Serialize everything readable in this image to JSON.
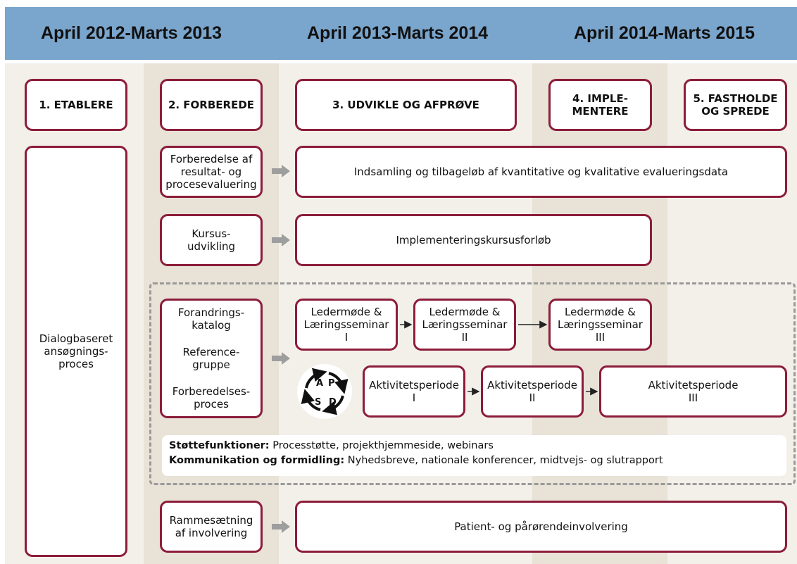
{
  "periods": [
    "April 2012-Marts 2013",
    "April 2013-Marts 2014",
    "April 2014-Marts 2015"
  ],
  "phases": {
    "etablere": "1. ETABLERE",
    "forberede": "2. FORBEREDE",
    "udvikle": "3. UDVIKLE OG AFPRØVE",
    "implementere_1": "4. IMPLE-",
    "implementere_2": "MENTERE",
    "fastholde_1": "5. FASTHOLDE",
    "fastholde_2": "OG SPREDE"
  },
  "dialog": [
    "Dialogbaseret",
    "ansøgnings-",
    "proces"
  ],
  "prep_eval": [
    "Forberedelse af",
    "resultat- og",
    "procesevaluering"
  ],
  "evaluation_data": "Indsamling og tilbageløb af kvantitative og kvalitative evalueringsdata",
  "course_dev": [
    "Kursus-",
    "udvikling"
  ],
  "course": "Implementeringskursusforløb",
  "prep_group": {
    "catalog": [
      "Forandrings-",
      "katalog"
    ],
    "reference": [
      "Reference-",
      "gruppe"
    ],
    "process": [
      "Forberedelses-",
      "proces"
    ]
  },
  "meetings": [
    [
      "Ledermøde &",
      "Læringsseminar",
      "I"
    ],
    [
      "Ledermøde &",
      "Læringsseminar",
      "II"
    ],
    [
      "Ledermøde &",
      "Læringsseminar",
      "III"
    ]
  ],
  "pdsa": {
    "a": "A",
    "p": "P",
    "s": "S",
    "d": "D"
  },
  "activities": [
    [
      "Aktivitetsperiode",
      "I"
    ],
    [
      "Aktivitetsperiode",
      "II"
    ],
    [
      "Aktivitetsperiode",
      "III"
    ]
  ],
  "support": {
    "label1": "Støttefunktioner:",
    "text1": " Processtøtte, projekthjemmeside, webinars",
    "label2": "Kommunikation og formidling:",
    "text2": " Nyhedsbreve, nationale konferencer, midtvejs- og slutrapport"
  },
  "involvement_prep": [
    "Rammesætning",
    "af involvering"
  ],
  "involvement": "Patient- og pårørendeinvolvering",
  "colors": {
    "header": "#7aa5cc",
    "border": "#8c1c3a",
    "band_light": "#f3f0ea",
    "band_dark": "#e8e2d7",
    "arrow": "#9e9e9e"
  }
}
